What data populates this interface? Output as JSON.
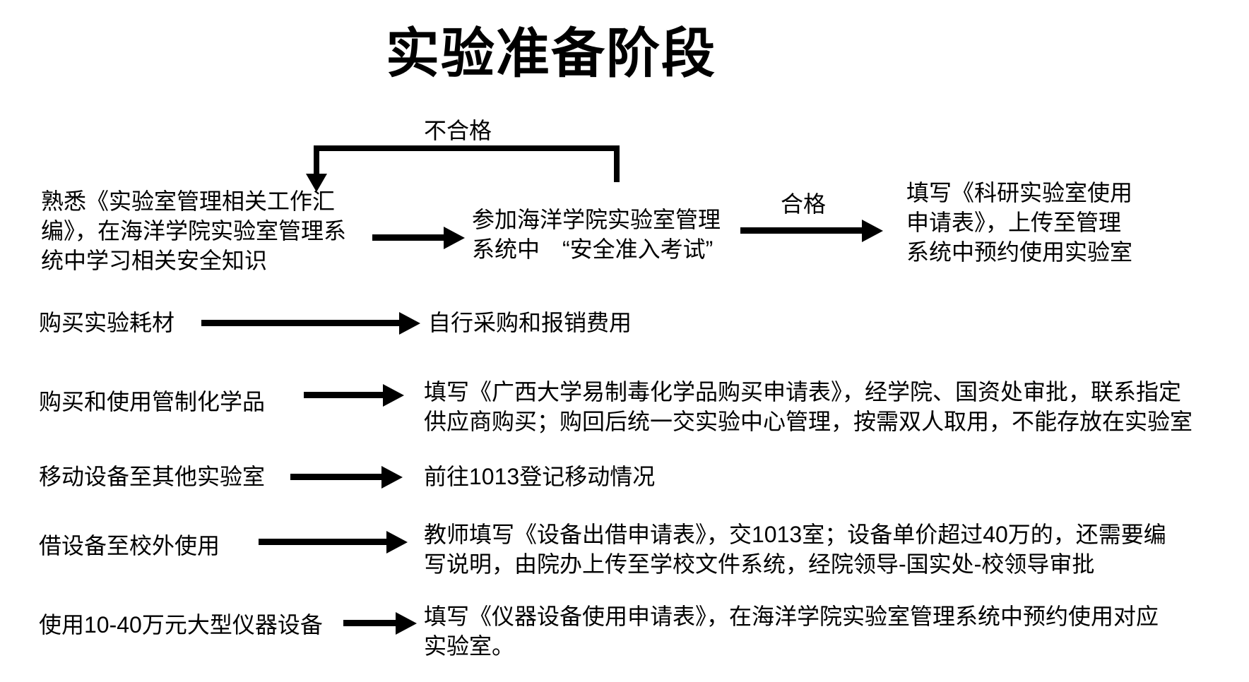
{
  "page": {
    "title": "实验准备阶段",
    "background": "#ffffff",
    "text_color": "#000000"
  },
  "top_flow": {
    "step1": "熟悉《实验室管理相关工作汇\n编》，在海洋学院实验室管理系\n统中学习相关安全知识",
    "step2": "参加海洋学院实验室管理\n系统中　“安全准入考试”",
    "step3": "填写《科研实验室使用\n申请表》，上传至管理\n系统中预约使用实验室",
    "fail_label": "不合格",
    "pass_label": "合格"
  },
  "rows": [
    {
      "label": "购买实验耗材",
      "description": "自行采购和报销费用"
    },
    {
      "label": "购买和使用管制化学品",
      "description": "填写《广西大学易制毒化学品购买申请表》，经学院、国资处审批，联系指定\n供应商购买；购回后统一交实验中心管理，按需双人取用，不能存放在实验室"
    },
    {
      "label": "移动设备至其他实验室",
      "description": "前往1013登记移动情况"
    },
    {
      "label": "借设备至校外使用",
      "description": "教师填写《设备出借申请表》，交1013室；设备单价超过40万的，还需要编\n写说明，由院办上传至学校文件系统，经院领导-国实处-校领导审批"
    },
    {
      "label": "使用10-40万元大型仪器设备",
      "description": "填写《仪器设备使用申请表》，在海洋学院实验室管理系统中预约使用对应\n实验室。"
    }
  ]
}
